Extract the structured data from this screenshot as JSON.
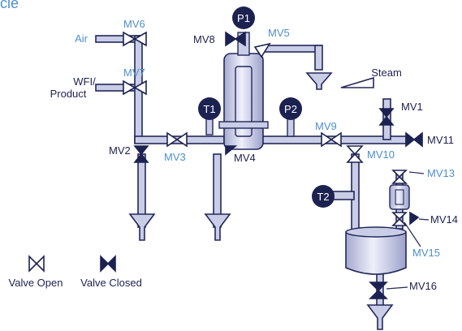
{
  "diagram": {
    "header_fragment": "cle",
    "valves": {
      "mv1": "MV1",
      "mv2": "MV2",
      "mv3": "MV3",
      "mv4": "MV4",
      "mv5": "MV5",
      "mv6": "MV6",
      "mv7": "MV7",
      "mv8": "MV8",
      "mv9": "MV9",
      "mv10": "MV10",
      "mv11": "MV11",
      "mv13": "MV13",
      "mv14": "MV14",
      "mv15": "MV15",
      "mv16": "MV16"
    },
    "inputs": {
      "air": "Air",
      "wfi_line1": "WFI/",
      "wfi_line2": "Product",
      "steam": "Steam"
    },
    "gauges": {
      "p1": "P1",
      "p2": "P2",
      "t1": "T1",
      "t2": "T2"
    },
    "legend": {
      "open": "Valve Open",
      "closed": "Valve Closed"
    }
  },
  "colors": {
    "pipe_fill": "#c9cde6",
    "pipe_stroke": "#23285a",
    "valve_dark": "#1c2250",
    "label_blue": "#4f8fcb",
    "label_dark": "#1c2250"
  }
}
